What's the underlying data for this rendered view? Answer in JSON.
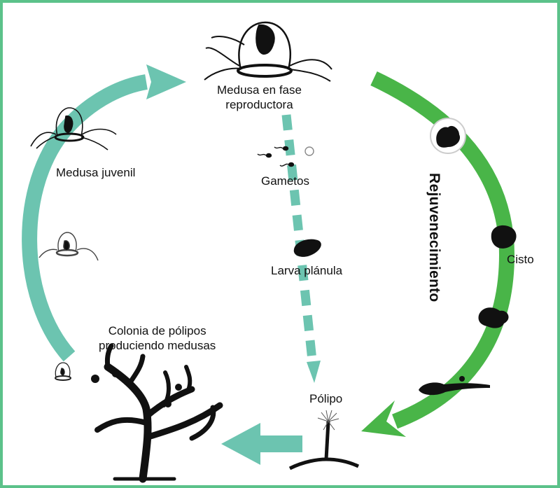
{
  "labels": {
    "medusa_reproductora_1": "Medusa en fase",
    "medusa_reproductora_2": "reproductora",
    "gametos": "Gametos",
    "larva": "Larva plánula",
    "polipo": "Pólipo",
    "colonia_1": "Colonia de pólipos",
    "colonia_2": "produciendo medusas",
    "medusa_juvenil": "Medusa juvenil",
    "cisto": "Cisto",
    "rejuvenecimiento": "Rejuvenecimiento"
  },
  "colors": {
    "teal_arrow": "#6cc4b0",
    "green_arrow": "#49b548",
    "border": "#5cc28a",
    "ink": "#111111"
  },
  "icons": [
    "medusa-adult-icon",
    "medusa-juvenile-icon",
    "medusa-small-icon",
    "medusa-tiny-icon",
    "sperm-icon",
    "egg-icon",
    "larva-planula-icon",
    "polyp-icon",
    "polyp-colony-icon",
    "cyst-icon"
  ]
}
